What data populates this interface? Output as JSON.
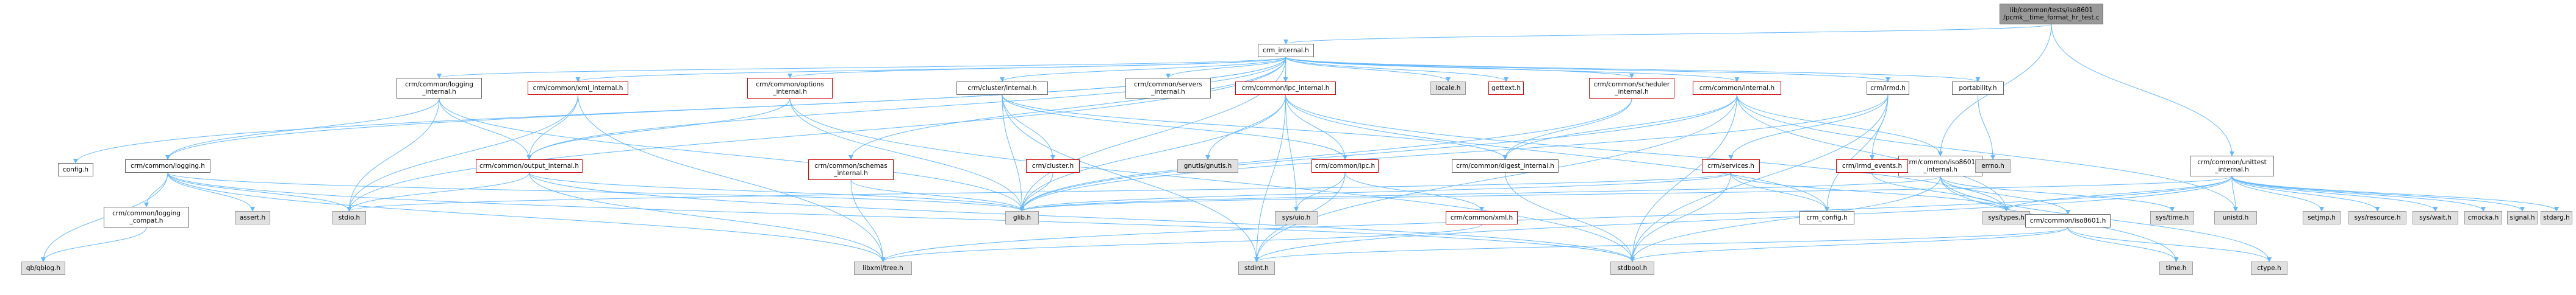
{
  "nodes": [
    {
      "id": "root",
      "lines": [
        "lib/common/tests/iso8601",
        "/pcmk__time_format_hr_test.c"
      ],
      "style": "dark"
    },
    {
      "id": "crm_internal",
      "lines": [
        "crm_internal.h"
      ],
      "style": "normal"
    },
    {
      "id": "unittest",
      "lines": [
        "crm/common/unittest",
        "_internal.h"
      ],
      "style": "normal"
    },
    {
      "id": "iso8601_internal",
      "lines": [
        "crm/common/iso8601",
        "_internal.h"
      ],
      "style": "normal"
    },
    {
      "id": "config",
      "lines": [
        "config.h"
      ],
      "style": "normal"
    },
    {
      "id": "logging_internal",
      "lines": [
        "crm/common/logging",
        "_internal.h"
      ],
      "style": "normal"
    },
    {
      "id": "xml_internal",
      "lines": [
        "crm/common/xml_internal.h"
      ],
      "style": "red"
    },
    {
      "id": "options_internal",
      "lines": [
        "crm/common/options",
        "_internal.h"
      ],
      "style": "red"
    },
    {
      "id": "cluster_internal",
      "lines": [
        "crm/cluster/internal.h"
      ],
      "style": "normal"
    },
    {
      "id": "servers_internal",
      "lines": [
        "crm/common/servers",
        "_internal.h"
      ],
      "style": "normal"
    },
    {
      "id": "ipc_internal",
      "lines": [
        "crm/common/ipc_internal.h"
      ],
      "style": "red"
    },
    {
      "id": "locale",
      "lines": [
        "locale.h"
      ],
      "style": "gray"
    },
    {
      "id": "gettext",
      "lines": [
        "gettext.h"
      ],
      "style": "red"
    },
    {
      "id": "scheduler_internal",
      "lines": [
        "crm/common/scheduler",
        "_internal.h"
      ],
      "style": "red"
    },
    {
      "id": "common_internal",
      "lines": [
        "crm/common/internal.h"
      ],
      "style": "red"
    },
    {
      "id": "lrmd",
      "lines": [
        "crm/lrmd.h"
      ],
      "style": "normal"
    },
    {
      "id": "portability",
      "lines": [
        "portability.h"
      ],
      "style": "normal"
    },
    {
      "id": "logging",
      "lines": [
        "crm/common/logging.h"
      ],
      "style": "normal"
    },
    {
      "id": "output_internal",
      "lines": [
        "crm/common/output_internal.h"
      ],
      "style": "red"
    },
    {
      "id": "schemas_internal",
      "lines": [
        "crm/common/schemas",
        "_internal.h"
      ],
      "style": "red"
    },
    {
      "id": "cluster",
      "lines": [
        "crm/cluster.h"
      ],
      "style": "red"
    },
    {
      "id": "gnutls",
      "lines": [
        "gnutls/gnutls.h"
      ],
      "style": "gray"
    },
    {
      "id": "ipc",
      "lines": [
        "crm/common/ipc.h"
      ],
      "style": "red"
    },
    {
      "id": "digest_internal",
      "lines": [
        "crm/common/digest_internal.h"
      ],
      "style": "normal"
    },
    {
      "id": "services",
      "lines": [
        "crm/services.h"
      ],
      "style": "red"
    },
    {
      "id": "lrmd_events",
      "lines": [
        "crm/lrmd_events.h"
      ],
      "style": "red"
    },
    {
      "id": "errno",
      "lines": [
        "errno.h"
      ],
      "style": "gray"
    },
    {
      "id": "logging_compat",
      "lines": [
        "crm/common/logging",
        "_compat.h"
      ],
      "style": "normal"
    },
    {
      "id": "assert",
      "lines": [
        "assert.h"
      ],
      "style": "gray"
    },
    {
      "id": "stdio",
      "lines": [
        "stdio.h"
      ],
      "style": "gray"
    },
    {
      "id": "glib",
      "lines": [
        "glib.h"
      ],
      "style": "gray"
    },
    {
      "id": "sysuio",
      "lines": [
        "sys/uio.h"
      ],
      "style": "gray"
    },
    {
      "id": "crm_xml",
      "lines": [
        "crm/common/xml.h"
      ],
      "style": "red"
    },
    {
      "id": "crm_config",
      "lines": [
        "crm_config.h"
      ],
      "style": "normal"
    },
    {
      "id": "systypes",
      "lines": [
        "sys/types.h"
      ],
      "style": "gray"
    },
    {
      "id": "systime",
      "lines": [
        "sys/time.h"
      ],
      "style": "gray"
    },
    {
      "id": "unistd",
      "lines": [
        "unistd.h"
      ],
      "style": "gray"
    },
    {
      "id": "iso8601",
      "lines": [
        "crm/common/iso8601.h"
      ],
      "style": "normal"
    },
    {
      "id": "setjmp",
      "lines": [
        "setjmp.h"
      ],
      "style": "gray"
    },
    {
      "id": "sysresource",
      "lines": [
        "sys/resource.h"
      ],
      "style": "gray"
    },
    {
      "id": "syswait",
      "lines": [
        "sys/wait.h"
      ],
      "style": "gray"
    },
    {
      "id": "cmocka",
      "lines": [
        "cmocka.h"
      ],
      "style": "gray"
    },
    {
      "id": "signal",
      "lines": [
        "signal.h"
      ],
      "style": "gray"
    },
    {
      "id": "stdarg",
      "lines": [
        "stdarg.h"
      ],
      "style": "gray"
    },
    {
      "id": "qblog",
      "lines": [
        "qb/qblog.h"
      ],
      "style": "gray"
    },
    {
      "id": "libxml_tree",
      "lines": [
        "libxml/tree.h"
      ],
      "style": "gray"
    },
    {
      "id": "stdint",
      "lines": [
        "stdint.h"
      ],
      "style": "gray"
    },
    {
      "id": "stdbool",
      "lines": [
        "stdbool.h"
      ],
      "style": "gray"
    },
    {
      "id": "time",
      "lines": [
        "time.h"
      ],
      "style": "gray"
    },
    {
      "id": "ctype",
      "lines": [
        "ctype.h"
      ],
      "style": "gray"
    }
  ],
  "edges": [
    [
      "root",
      "crm_internal"
    ],
    [
      "root",
      "unittest"
    ],
    [
      "root",
      "iso8601_internal"
    ],
    [
      "crm_internal",
      "config"
    ],
    [
      "crm_internal",
      "logging_internal"
    ],
    [
      "crm_internal",
      "xml_internal"
    ],
    [
      "crm_internal",
      "options_internal"
    ],
    [
      "crm_internal",
      "cluster_internal"
    ],
    [
      "crm_internal",
      "servers_internal"
    ],
    [
      "crm_internal",
      "ipc_internal"
    ],
    [
      "crm_internal",
      "locale"
    ],
    [
      "crm_internal",
      "gettext"
    ],
    [
      "crm_internal",
      "scheduler_internal"
    ],
    [
      "crm_internal",
      "common_internal"
    ],
    [
      "crm_internal",
      "lrmd"
    ],
    [
      "crm_internal",
      "portability"
    ],
    [
      "crm_internal",
      "logging"
    ],
    [
      "crm_internal",
      "output_internal"
    ],
    [
      "crm_internal",
      "schemas_internal"
    ],
    [
      "crm_internal",
      "glib"
    ],
    [
      "crm_internal",
      "stdio"
    ],
    [
      "logging_internal",
      "logging"
    ],
    [
      "logging_internal",
      "output_internal"
    ],
    [
      "logging_internal",
      "glib"
    ],
    [
      "logging_internal",
      "stdio"
    ],
    [
      "xml_internal",
      "output_internal"
    ],
    [
      "xml_internal",
      "stdio"
    ],
    [
      "xml_internal",
      "libxml_tree"
    ],
    [
      "options_internal",
      "output_internal"
    ],
    [
      "options_internal",
      "glib"
    ],
    [
      "options_internal",
      "stdbool"
    ],
    [
      "cluster_internal",
      "cluster"
    ],
    [
      "cluster_internal",
      "ipc"
    ],
    [
      "cluster_internal",
      "glib"
    ],
    [
      "cluster_internal",
      "stdint"
    ],
    [
      "cluster_internal",
      "digest_internal"
    ],
    [
      "ipc_internal",
      "ipc"
    ],
    [
      "ipc_internal",
      "gnutls"
    ],
    [
      "ipc_internal",
      "sysuio"
    ],
    [
      "ipc_internal",
      "glib"
    ],
    [
      "ipc_internal",
      "stdint"
    ],
    [
      "ipc_internal",
      "systypes"
    ],
    [
      "ipc_internal",
      "crm_config"
    ],
    [
      "scheduler_internal",
      "digest_internal"
    ],
    [
      "scheduler_internal",
      "glib"
    ],
    [
      "common_internal",
      "digest_internal"
    ],
    [
      "common_internal",
      "iso8601_internal"
    ],
    [
      "common_internal",
      "stdbool"
    ],
    [
      "common_internal",
      "stdint"
    ],
    [
      "common_internal",
      "glib"
    ],
    [
      "common_internal",
      "unistd"
    ],
    [
      "common_internal",
      "systypes"
    ],
    [
      "lrmd",
      "services"
    ],
    [
      "lrmd",
      "lrmd_events"
    ],
    [
      "lrmd",
      "glib"
    ],
    [
      "lrmd",
      "crm_config"
    ],
    [
      "lrmd",
      "stdbool"
    ],
    [
      "portability",
      "errno"
    ],
    [
      "logging",
      "logging_compat"
    ],
    [
      "logging",
      "assert"
    ],
    [
      "logging",
      "stdio"
    ],
    [
      "logging",
      "glib"
    ],
    [
      "logging",
      "libxml_tree"
    ],
    [
      "logging",
      "stdbool"
    ],
    [
      "logging",
      "qblog"
    ],
    [
      "output_internal",
      "stdio"
    ],
    [
      "output_internal",
      "glib"
    ],
    [
      "output_internal",
      "libxml_tree"
    ],
    [
      "output_internal",
      "stdbool"
    ],
    [
      "schemas_internal",
      "glib"
    ],
    [
      "schemas_internal",
      "libxml_tree"
    ],
    [
      "cluster",
      "glib"
    ],
    [
      "ipc",
      "crm_xml"
    ],
    [
      "ipc",
      "stdint"
    ],
    [
      "ipc",
      "sysuio"
    ],
    [
      "digest_internal",
      "stdbool"
    ],
    [
      "services",
      "glib"
    ],
    [
      "services",
      "crm_config"
    ],
    [
      "services",
      "systypes"
    ],
    [
      "services",
      "stdio"
    ],
    [
      "services",
      "stdbool"
    ],
    [
      "lrmd_events",
      "systypes"
    ],
    [
      "logging_compat",
      "qblog"
    ],
    [
      "crm_xml",
      "libxml_tree"
    ],
    [
      "iso8601_internal",
      "iso8601"
    ],
    [
      "iso8601_internal",
      "systime"
    ],
    [
      "iso8601_internal",
      "ctype"
    ],
    [
      "iso8601_internal",
      "glib"
    ],
    [
      "iso8601_internal",
      "stdbool"
    ],
    [
      "iso8601_internal",
      "time"
    ],
    [
      "iso8601",
      "time"
    ],
    [
      "iso8601",
      "ctype"
    ],
    [
      "iso8601",
      "stdint"
    ],
    [
      "iso8601",
      "stdbool"
    ],
    [
      "unittest",
      "setjmp"
    ],
    [
      "unittest",
      "sysresource"
    ],
    [
      "unittest",
      "syswait"
    ],
    [
      "unittest",
      "cmocka"
    ],
    [
      "unittest",
      "signal"
    ],
    [
      "unittest",
      "stdarg"
    ],
    [
      "unittest",
      "unistd"
    ],
    [
      "unittest",
      "systypes"
    ],
    [
      "unittest",
      "libxml_tree"
    ],
    [
      "unittest",
      "glib"
    ],
    [
      "unittest",
      "stdint"
    ]
  ],
  "colors": {
    "edge": "#63B8FF",
    "red_border": "#cc0000",
    "dark_fill": "#999999",
    "gray_fill": "#e0e0e0"
  }
}
